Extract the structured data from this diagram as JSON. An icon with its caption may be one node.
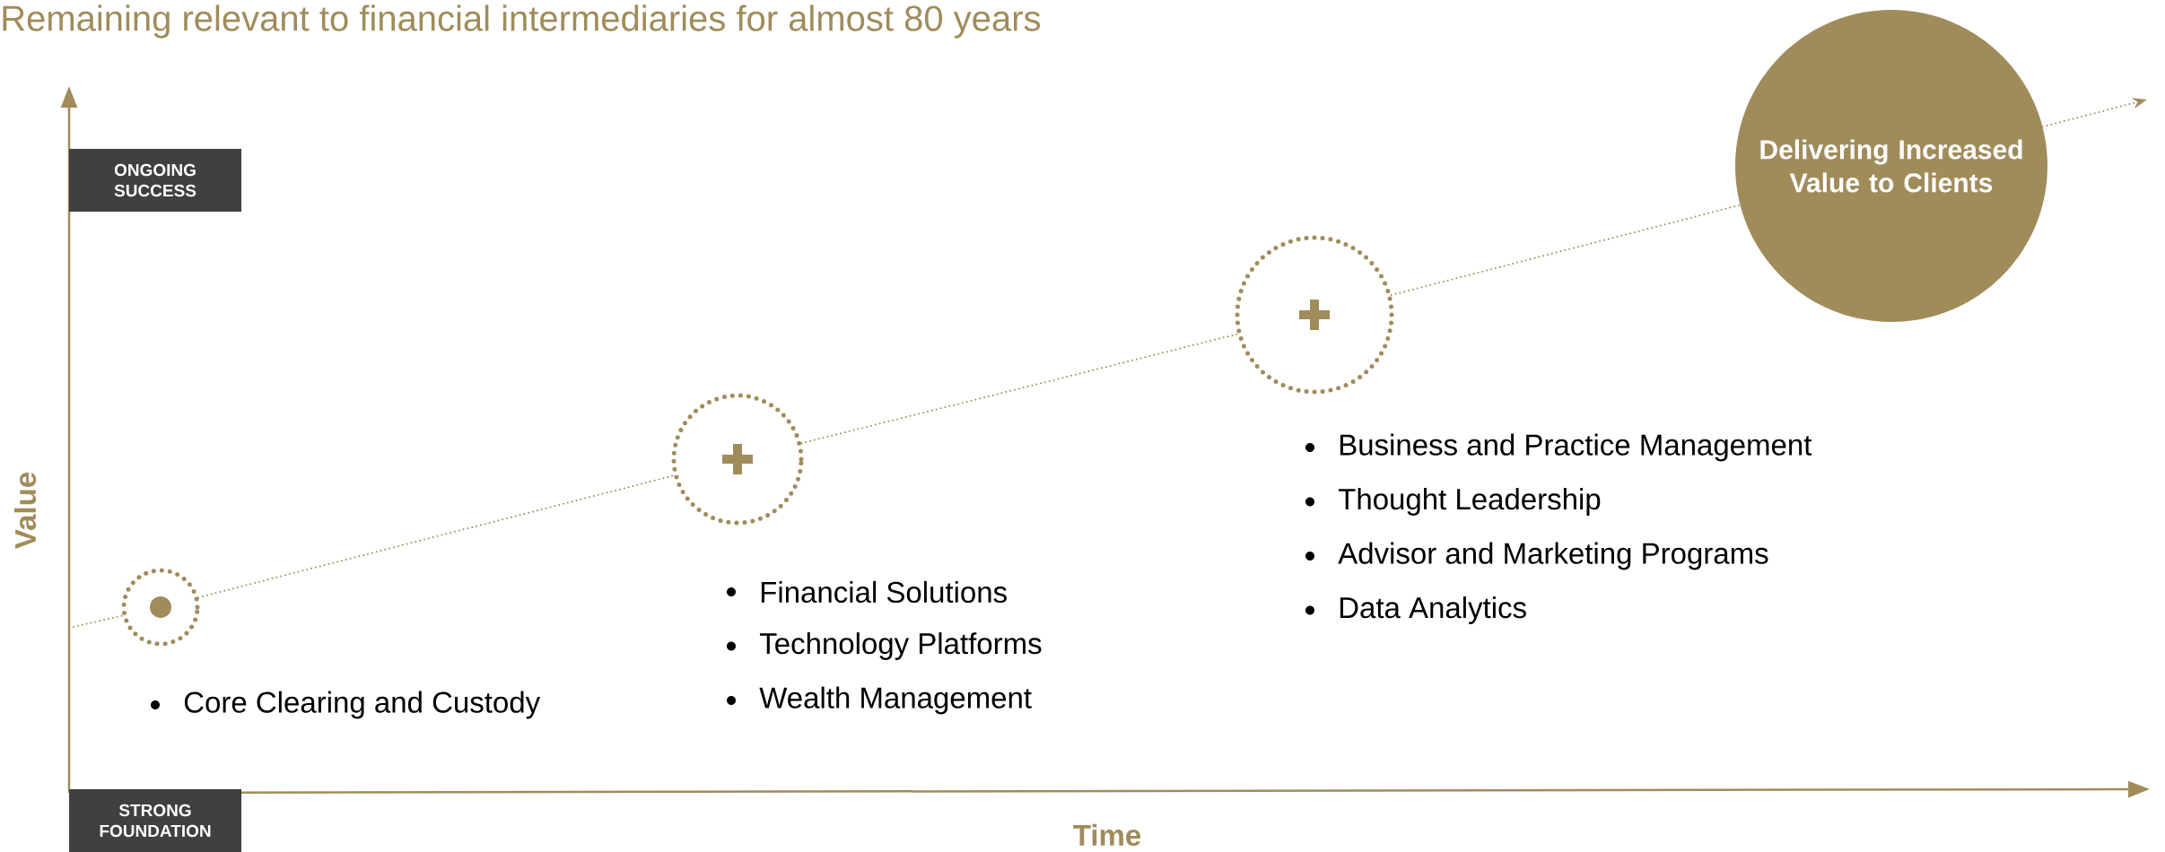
{
  "diagram": {
    "title": "Remaining relevant to financial intermediaries for almost 80 years",
    "nodes": [
      {
        "text": [
          "ONGOING SUCCESS"
        ]
      },
      {
        "text": [
          "STRONG FOUNDATION"
        ]
      },
      {
        "text": [],
        "shape": "circle",
        "beside": [
          "Core Clearing and Custody"
        ]
      },
      {
        "text": [],
        "shape": "circle",
        "beside": [
          "Financial Solutions",
          "Technology Platforms",
          "Wealth Management"
        ]
      },
      {
        "text": [],
        "shape": "circle",
        "beside": [
          "Business and Practice Management",
          "Thought Leadership",
          "Advisor and Marketing Programs",
          "Data Analytics"
        ]
      },
      {
        "text": [
          "Delivering Increased Value to Clients"
        ]
      }
    ],
    "edges": [
      {
        "from": null,
        "to": 2,
        "arrow": "none"
      },
      {
        "from": 2,
        "to": 3,
        "arrow": "none"
      },
      {
        "from": 3,
        "to": 4,
        "arrow": "none"
      },
      {
        "from": 4,
        "to": 5,
        "arrow": "none"
      },
      {
        "from": 5,
        "to": null,
        "arrow": "to"
      }
    ],
    "labels": [
      "Value",
      "Time"
    ]
  }
}
